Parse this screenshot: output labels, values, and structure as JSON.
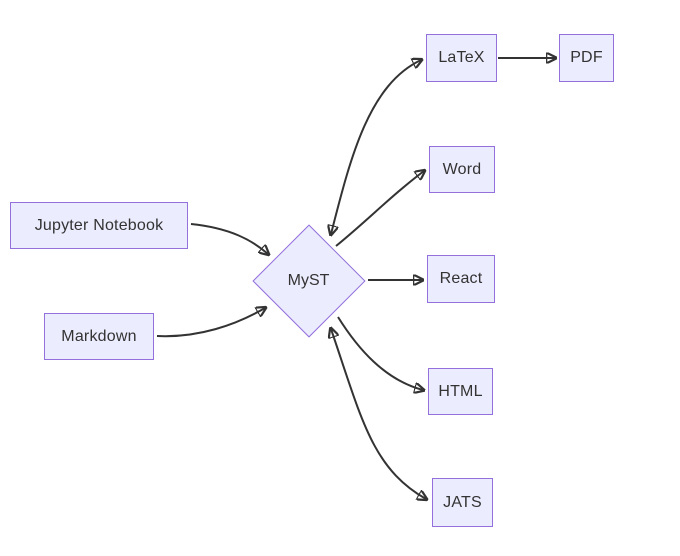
{
  "diagram": {
    "type": "flowchart",
    "direction": "LR",
    "nodes": [
      {
        "id": "jupyter",
        "label": "Jupyter Notebook",
        "shape": "rect"
      },
      {
        "id": "markdown",
        "label": "Markdown",
        "shape": "rect"
      },
      {
        "id": "myst",
        "label": "MyST",
        "shape": "diamond"
      },
      {
        "id": "latex",
        "label": "LaTeX",
        "shape": "rect"
      },
      {
        "id": "pdf",
        "label": "PDF",
        "shape": "rect"
      },
      {
        "id": "word",
        "label": "Word",
        "shape": "rect"
      },
      {
        "id": "react",
        "label": "React",
        "shape": "rect"
      },
      {
        "id": "html",
        "label": "HTML",
        "shape": "rect"
      },
      {
        "id": "jats",
        "label": "JATS",
        "shape": "rect"
      }
    ],
    "edges": [
      {
        "from": "jupyter",
        "to": "myst",
        "bidirectional": false
      },
      {
        "from": "markdown",
        "to": "myst",
        "bidirectional": false
      },
      {
        "from": "myst",
        "to": "latex",
        "bidirectional": true
      },
      {
        "from": "latex",
        "to": "pdf",
        "bidirectional": false
      },
      {
        "from": "myst",
        "to": "word",
        "bidirectional": false
      },
      {
        "from": "myst",
        "to": "react",
        "bidirectional": false
      },
      {
        "from": "myst",
        "to": "html",
        "bidirectional": false
      },
      {
        "from": "myst",
        "to": "jats",
        "bidirectional": true
      }
    ],
    "colors": {
      "node_fill": "#ECECFF",
      "node_border": "#9370DB",
      "edge": "#333333",
      "text": "#333333",
      "background": "#ffffff"
    }
  }
}
